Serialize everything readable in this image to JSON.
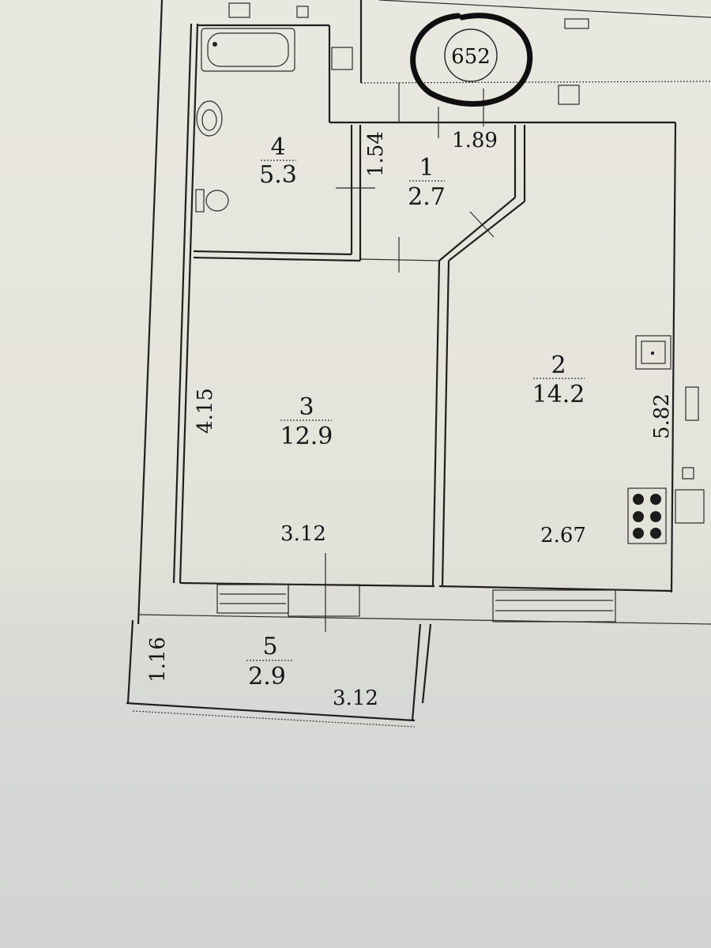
{
  "plan": {
    "unit_number": "652",
    "rooms": [
      {
        "number": "1",
        "area": "2.7"
      },
      {
        "number": "2",
        "area": "14.2"
      },
      {
        "number": "3",
        "area": "12.9"
      },
      {
        "number": "4",
        "area": "5.3"
      },
      {
        "number": "5",
        "area": "2.9"
      }
    ],
    "dimensions": {
      "corridor_width": "1.89",
      "corridor_depth": "1.54",
      "room3_depth": "4.15",
      "room3_width": "3.12",
      "room2_width": "2.67",
      "room2_depth": "5.82",
      "balcony_depth": "1.16",
      "balcony_width": "3.12"
    }
  },
  "icons": {
    "bathtub": "bathtub-icon",
    "sink": "sink-icon",
    "toilet": "toilet-icon",
    "kitchen_sink": "kitchen-sink-icon",
    "stove": "stove-icon",
    "window": "window-icon",
    "door": "door-icon"
  }
}
